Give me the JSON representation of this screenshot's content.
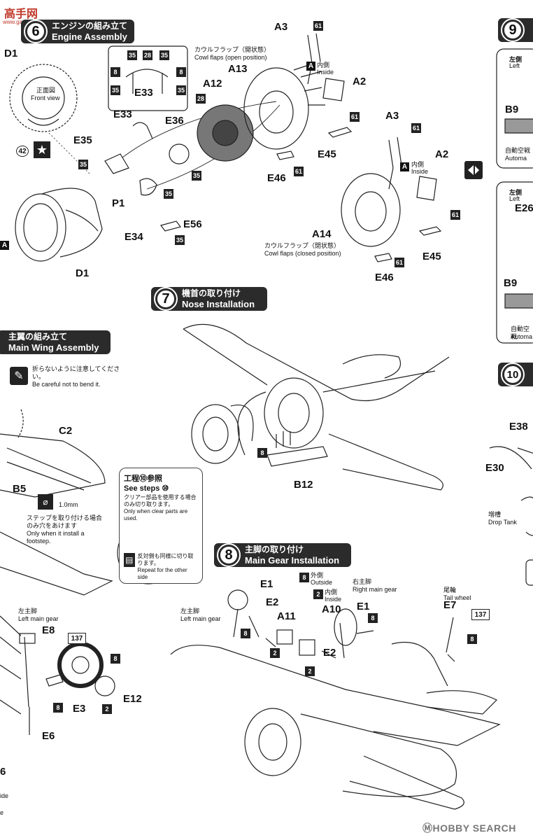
{
  "site_logo": "高手网",
  "site_url": "www.gaoshouw.com",
  "watermark": "ⓂHOBBY SEARCH",
  "steps": {
    "s6": {
      "num": "6",
      "jp": "エンジンの組み立て",
      "en": "Engine Assembly"
    },
    "s7": {
      "num": "7",
      "jp": "機首の取り付け",
      "en": "Nose Installation"
    },
    "s5": {
      "num": "",
      "jp": "主翼の組み立て",
      "en": "Main Wing Assembly"
    },
    "s8": {
      "num": "8",
      "jp": "主脚の取り付け",
      "en": "Main Gear Installation"
    },
    "s9": {
      "num": "9",
      "jp": "",
      "en": ""
    },
    "s10": {
      "num": "10",
      "jp": "",
      "en": ""
    }
  },
  "labels": {
    "D1_top": "D1",
    "front_view_jp": "正面図",
    "front_view_en": "Front view",
    "E33_a": "E33",
    "E33_b": "E33",
    "E35": "E35",
    "P1": "P1",
    "E34": "E34",
    "E36": "E36",
    "E56": "E56",
    "A12": "A12",
    "A13": "A13",
    "A3_a": "A3",
    "A2_a": "A2",
    "E45_a": "E45",
    "E46_a": "E46",
    "A3_b": "A3",
    "A2_b": "A2",
    "A14": "A14",
    "E45_b": "E45",
    "E46_b": "E46",
    "D1_bottom": "D1",
    "A_left": "A",
    "cowl_open_jp": "カウルフラップ（開状態）",
    "cowl_open_en": "Cowl flaps (open position)",
    "cowl_closed_jp": "カウルフラップ（閉状態）",
    "cowl_closed_en": "Cowl flaps (closed position)",
    "inside_jp": "内側",
    "inside_en": "Inside",
    "B12": "B12",
    "C2": "C2",
    "B5": "B5",
    "E8": "E8",
    "E3": "E3",
    "E6": "E6",
    "E12": "E12",
    "E1_a": "E1",
    "E2_a": "E2",
    "A11": "A11",
    "A10": "A10",
    "E1_b": "E1",
    "E2_b": "E2",
    "E7": "E7",
    "B9_a": "B9",
    "B9_b": "B9",
    "E26": "E26",
    "E38": "E38",
    "E30": "E30",
    "left_jp": "左側",
    "left_en": "Left",
    "auto_jp": "自動空戦",
    "auto_en": "Automa",
    "drop_tank_jp": "増槽",
    "drop_tank_en": "Drop Tank",
    "left_main_gear_jp": "左主脚",
    "left_main_gear_en": "Left main gear",
    "right_main_gear_jp": "右主脚",
    "right_main_gear_en": "Right main gear",
    "outside_jp": "外側",
    "outside_en": "Outside",
    "tail_wheel_jp": "尾輪",
    "tail_wheel_en": "Tail wheel",
    "careful_jp": "折らないように注意してください。",
    "careful_en": "Be careful not to bend it.",
    "drill": "1.0mm",
    "footstep_jp": "ステップを取り付ける場合のみ穴をあけます",
    "footstep_en": "Only when it install a footstep.",
    "see_steps_jp": "工程⑩参照",
    "see_steps_en": "See steps ⑩",
    "clear_jp": "クリアー部品を使用する場合のみ切り取ります。",
    "clear_en": "Only when clear parts are used.",
    "repeat_jp": "反対側も同様に切り取ります。",
    "repeat_en": "Repeat for the other side",
    "left_cut_a": "6",
    "left_cut_b": "ide",
    "left_cut_c": "e"
  },
  "part_counts": {
    "p35": "35",
    "p28": "28",
    "p8": "8",
    "p61": "61",
    "p42": "42",
    "p137": "137",
    "p2": "2"
  }
}
